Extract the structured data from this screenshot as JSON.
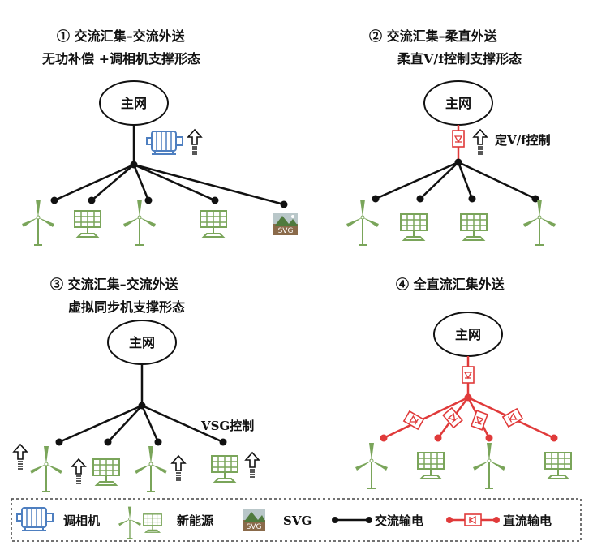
{
  "colors": {
    "ac_line": "#111111",
    "dc_line": "#e03a3a",
    "green": "#7aa55a",
    "blue": "#4e7fc0"
  },
  "panels": [
    {
      "title_line1": "① 交流汇集–交流外送",
      "title_line2": "无功补偿 +调相机支撑形态",
      "grid_label": "主网"
    },
    {
      "title_line1": "② 交流汇集–柔直外送",
      "title_line2": "柔直V/f控制支撑形态",
      "grid_label": "主网",
      "annotation": "定V/f控制"
    },
    {
      "title_line1": "③ 交流汇集–交流外送",
      "title_line2": "虚拟同步机支撑形态",
      "grid_label": "主网",
      "annotation": "VSG控制"
    },
    {
      "title_line1": "④ 全直流汇集外送",
      "grid_label": "主网"
    }
  ],
  "svg_badge": "SVG",
  "legend": {
    "condenser": "调相机",
    "renewable": "新能源",
    "svg": "SVG",
    "ac": "交流输电",
    "dc": "直流输电"
  }
}
